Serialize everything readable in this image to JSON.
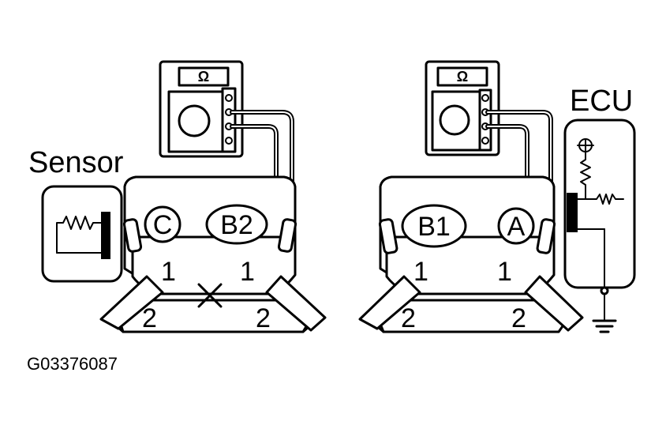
{
  "labels": {
    "sensor": "Sensor",
    "ecu": "ECU",
    "figure_code": "G03376087",
    "meter_left_symbol": "Ω",
    "meter_right_symbol": "Ω"
  },
  "left_connector": {
    "terminal_left": "C",
    "terminal_right": "B2",
    "pin_top_left": "1",
    "pin_top_right": "1",
    "pin_bottom_left": "2",
    "pin_bottom_right": "2"
  },
  "right_connector": {
    "terminal_left": "B1",
    "terminal_right": "A",
    "pin_top_left": "1",
    "pin_top_right": "1",
    "pin_bottom_left": "2",
    "pin_bottom_right": "2"
  },
  "icons": {
    "meter": "ohmmeter-icon",
    "sensor": "resistor-sensor-icon",
    "ecu": "ecu-circuit-icon",
    "ground": "ground-icon",
    "disconnect": "x-mark-icon"
  }
}
